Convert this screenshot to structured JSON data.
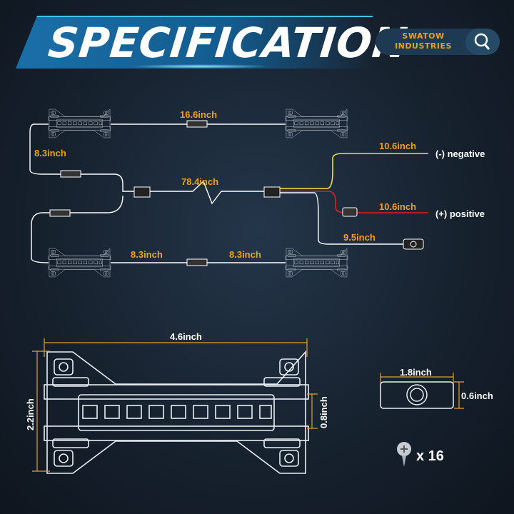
{
  "header": {
    "title": "SPECIFICATION",
    "brand_line1": "SWATOW",
    "brand_line2": "INDUSTRIES"
  },
  "wiring": {
    "top_link": "16.6inch",
    "left_link": "8.3inch",
    "main_cable": "78.4inch",
    "negative_len": "10.6inch",
    "negative_label": "(-) negative",
    "positive_len": "10.6inch",
    "positive_label": "(+) positive",
    "switch_len": "9.5inch",
    "bottom_left": "8.3inch",
    "bottom_right": "8.3inch"
  },
  "dimensions": {
    "pod_length": "4.6inch",
    "pod_height": "2.2inch",
    "strip_height": "0.8inch",
    "switch_length": "1.8inch",
    "switch_height": "0.6inch",
    "screws": "x 16"
  },
  "colors": {
    "accent": "#f0a020",
    "wire": "#ffffff",
    "negative": "#f5e040",
    "positive": "#e02020"
  }
}
